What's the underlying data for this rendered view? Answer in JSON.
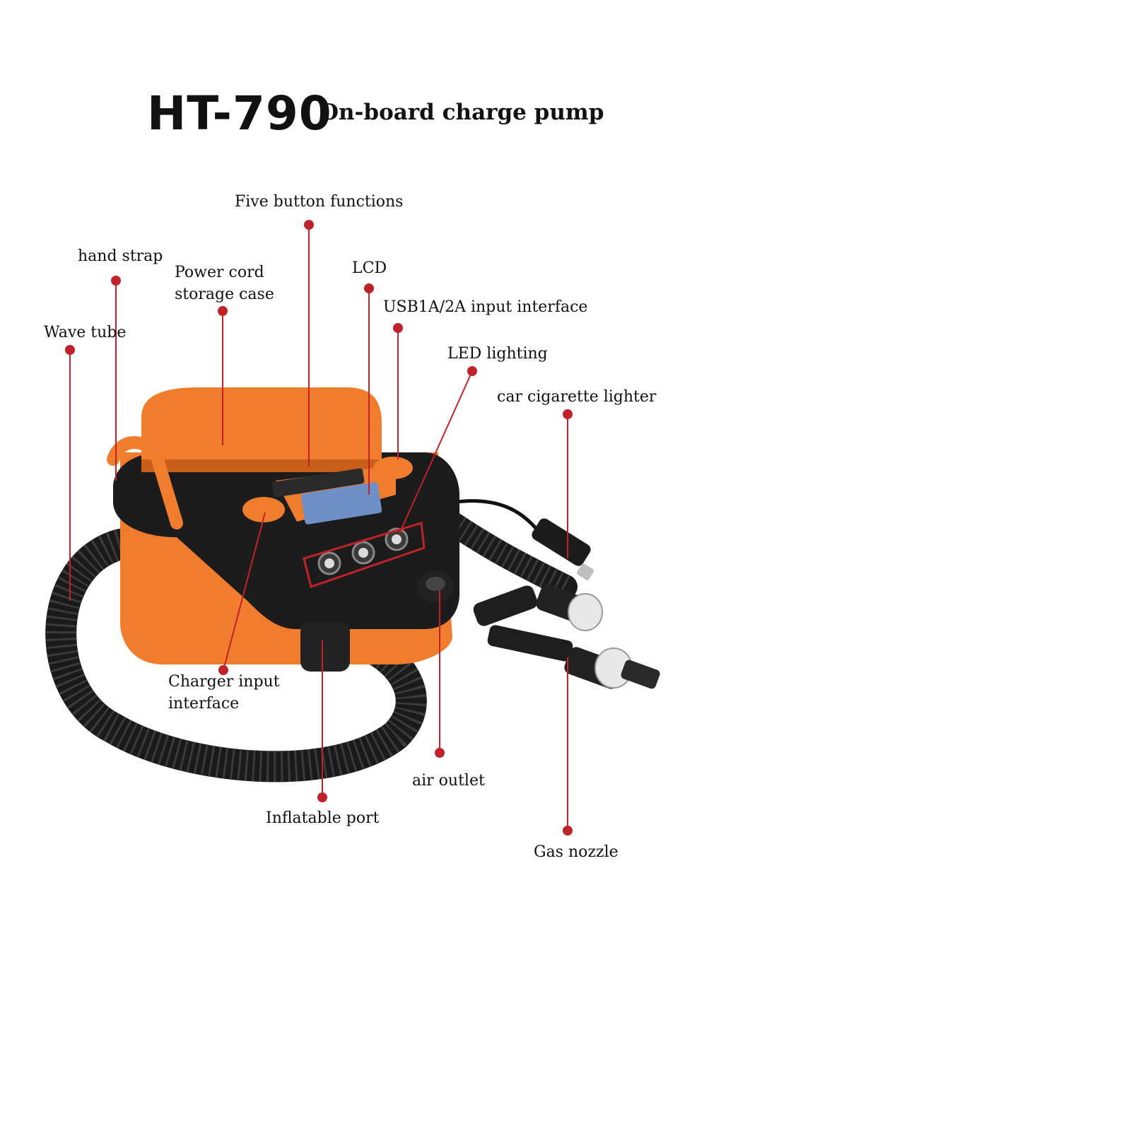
{
  "title": {
    "model": "HT-790",
    "subtitle": "On-board charge pump"
  },
  "callouts": {
    "five_button_functions": "Five button functions",
    "hand_strap": "hand strap",
    "power_cord_storage_case_line1": "Power cord",
    "power_cord_storage_case_line2": "storage case",
    "lcd": "LCD",
    "usb_input_interface": "USB1A/2A input interface",
    "wave_tube": "Wave tube",
    "led_lighting": "LED lighting",
    "car_cigarette_lighter": "car cigarette lighter",
    "charger_input_interface_line1": "Charger input",
    "charger_input_interface_line2": "interface",
    "air_outlet": "air outlet",
    "inflatable_port": "Inflatable port",
    "gas_nozzle": "Gas nozzle"
  },
  "colors": {
    "pump_orange": "#f07c2e",
    "pump_black": "#1c1c1c",
    "leader_line": "#c0222a",
    "lcd_screen": "#6f8fc7"
  }
}
